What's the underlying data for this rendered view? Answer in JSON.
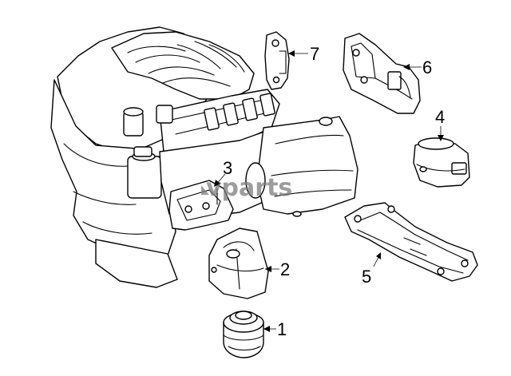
{
  "callouts": [
    {
      "id": "1",
      "label": "1"
    },
    {
      "id": "2",
      "label": "2"
    },
    {
      "id": "3",
      "label": "3"
    },
    {
      "id": "4",
      "label": "4"
    },
    {
      "id": "5",
      "label": "5"
    },
    {
      "id": "6",
      "label": "6"
    },
    {
      "id": "7",
      "label": "7"
    }
  ],
  "watermark": {
    "text": "vparts"
  },
  "colors": {
    "line": "#000000",
    "background": "#ffffff",
    "watermark": "#7d7d7d"
  }
}
